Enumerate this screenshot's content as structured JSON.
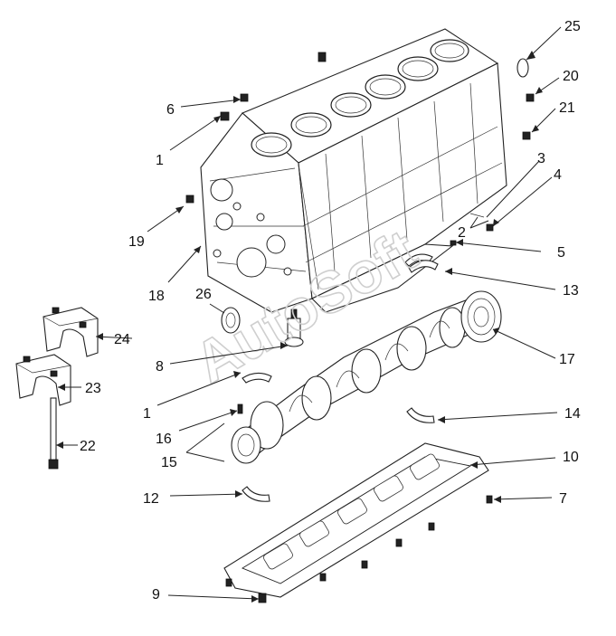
{
  "watermark": "AutoSoft",
  "callouts": [
    {
      "id": "c25",
      "text": "25"
    },
    {
      "id": "c20",
      "text": "20"
    },
    {
      "id": "c21",
      "text": "21"
    },
    {
      "id": "c6",
      "text": "6"
    },
    {
      "id": "c1a",
      "text": "1"
    },
    {
      "id": "c3",
      "text": "3"
    },
    {
      "id": "c4",
      "text": "4"
    },
    {
      "id": "c2",
      "text": "2"
    },
    {
      "id": "c5",
      "text": "5"
    },
    {
      "id": "c19",
      "text": "19"
    },
    {
      "id": "c18",
      "text": "18"
    },
    {
      "id": "c13",
      "text": "13"
    },
    {
      "id": "c26",
      "text": "26"
    },
    {
      "id": "c24",
      "text": "24"
    },
    {
      "id": "c17",
      "text": "17"
    },
    {
      "id": "c8",
      "text": "8"
    },
    {
      "id": "c23",
      "text": "23"
    },
    {
      "id": "c1b",
      "text": "1"
    },
    {
      "id": "c14",
      "text": "14"
    },
    {
      "id": "c16",
      "text": "16"
    },
    {
      "id": "c22",
      "text": "22"
    },
    {
      "id": "c15",
      "text": "15"
    },
    {
      "id": "c10",
      "text": "10"
    },
    {
      "id": "c12",
      "text": "12"
    },
    {
      "id": "c7",
      "text": "7"
    },
    {
      "id": "c9",
      "text": "9"
    }
  ]
}
